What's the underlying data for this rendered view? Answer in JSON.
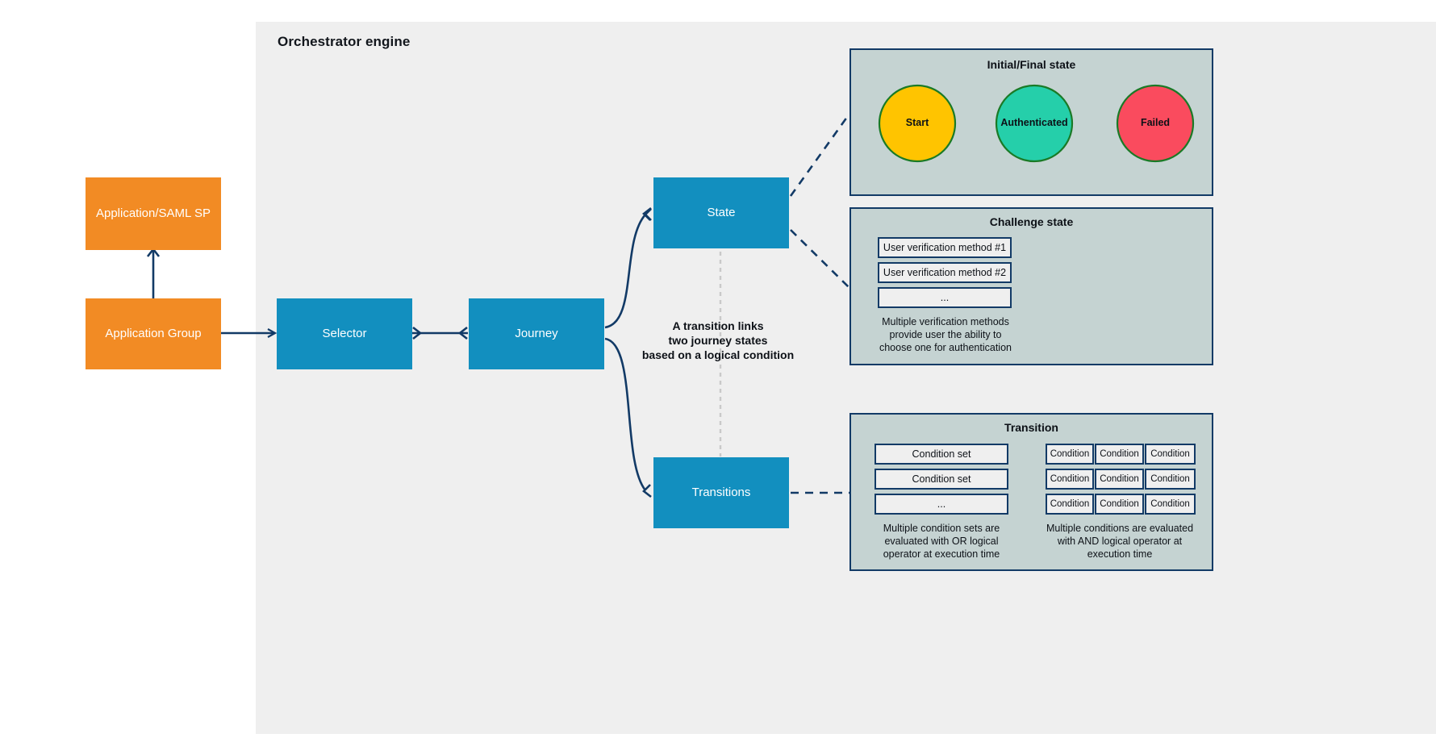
{
  "engine": {
    "title": "Orchestrator engine"
  },
  "nodes": {
    "app_saml_sp": {
      "label": "Application/SAML SP",
      "color": "#f28b24"
    },
    "app_group": {
      "label": "Application Group",
      "color": "#f28b24"
    },
    "selector": {
      "label": "Selector",
      "color": "#128fbf"
    },
    "journey": {
      "label": "Journey",
      "color": "#128fbf"
    },
    "state": {
      "label": "State",
      "color": "#128fbf"
    },
    "transitions": {
      "label": "Transitions",
      "color": "#128fbf"
    }
  },
  "annotation": {
    "line1": "A transition links",
    "line2": "two journey states",
    "line3": "based on a logical condition"
  },
  "initial_final_state": {
    "title": "Initial/Final state",
    "circles": [
      {
        "label": "Start",
        "fill": "#ffc400",
        "stroke": "#1a7a26"
      },
      {
        "label": "Authenticated",
        "fill": "#25cfaa",
        "stroke": "#1a7a26"
      },
      {
        "label": "Failed",
        "fill": "#fa4b5e",
        "stroke": "#1a7a26"
      }
    ]
  },
  "challenge_state": {
    "title": "Challenge state",
    "methods": [
      "User verification method #1",
      "User verification method #2",
      "..."
    ],
    "caption_line1": "Multiple verification methods",
    "caption_line2": "provide user the ability to",
    "caption_line3": "choose one for authentication"
  },
  "transition": {
    "title": "Transition",
    "condition_sets": [
      "Condition set",
      "Condition set",
      "..."
    ],
    "condition_grid": [
      [
        "Condition",
        "Condition",
        "Condition"
      ],
      [
        "Condition",
        "Condition",
        "Condition"
      ],
      [
        "Condition",
        "Condition",
        "Condition"
      ]
    ],
    "left_caption_line1": "Multiple condition sets are",
    "left_caption_line2": "evaluated with OR logical",
    "left_caption_line3": "operator at execution time",
    "right_caption_line1": "Multiple conditions are evaluated",
    "right_caption_line2": "with AND logical operator at",
    "right_caption_line3": "execution time"
  },
  "colors": {
    "panel_bg": "#efefef",
    "subpanel_bg": "#c5d3d2",
    "line": "#123a66",
    "orange": "#f28b24",
    "blue": "#128fbf"
  }
}
